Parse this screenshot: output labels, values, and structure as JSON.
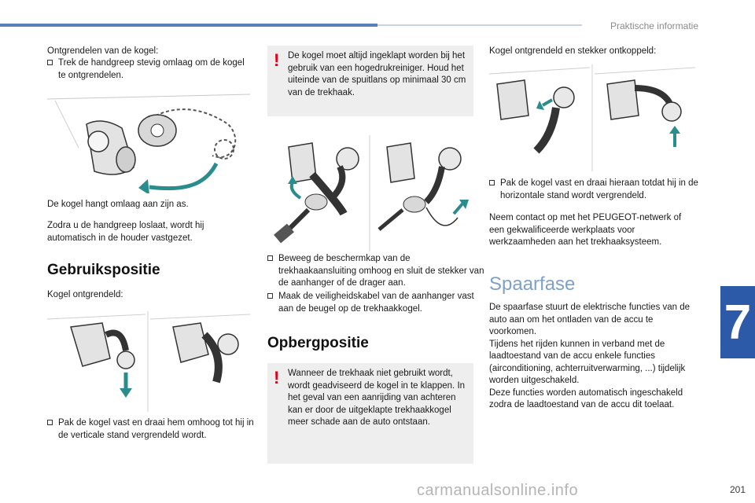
{
  "header": {
    "section": "Praktische informatie",
    "chapter": "7",
    "page": "201"
  },
  "watermark": "carmanualsonline.info",
  "col1": {
    "intro_title": "Ontgrendelen van de kogel:",
    "intro_bullet": "Trek de handgreep stevig omlaag om de kogel te ontgrendelen.",
    "p1": "De kogel hangt omlaag aan zijn as.",
    "p2": "Zodra u de handgreep loslaat, wordt hij automatisch in de houder vastgezet.",
    "heading": "Gebruikspositie",
    "p3": "Kogel ontgrendeld:",
    "bullet2": "Pak de kogel vast en draai hem omhoog tot hij in de verticale stand vergrendeld wordt."
  },
  "col2": {
    "warning1": "De kogel moet altijd ingeklapt worden bij het gebruik van een hogedrukreiniger. Houd het uiteinde van de spuitlans op minimaal 30 cm van de trekhaak.",
    "bullet1": "Beweeg de beschermkap van de trekhaakaansluiting omhoog en sluit de stekker van de aanhanger of de drager aan.",
    "bullet2": "Maak de veiligheidskabel van de aanhanger vast aan de beugel op de trekhaakkogel.",
    "heading": "Opbergpositie",
    "warning2": "Wanneer de trekhaak niet gebruikt wordt, wordt geadviseerd de kogel in te klappen. In het geval van een aanrijding van achteren kan er door de uitgeklapte trekhaakkogel meer schade aan de auto ontstaan."
  },
  "col3": {
    "p1": "Kogel ontgrendeld en stekker ontkoppeld:",
    "bullet1": "Pak de kogel vast en draai hieraan totdat hij in de horizontale stand wordt vergrendeld.",
    "p2": "Neem contact op met het PEUGEOT-netwerk of een gekwalificeerde werkplaats voor werkzaamheden aan het trekhaaksysteem.",
    "heading": "Spaarfase",
    "p3": "De spaarfase stuurt de elektrische functies van de auto aan om het ontladen van de accu te voorkomen.\nTijdens het rijden kunnen in verband met de laadtoestand van de accu enkele functies (airconditioning, achterruitverwarming, ...) tijdelijk worden uitgeschakeld.\nDeze functies worden automatisch ingeschakeld zodra de laadtoestand van de accu dit toelaat."
  },
  "colors": {
    "accent_blue": "#2d5aa8",
    "heading_light": "#7ea1c9",
    "arrow_teal": "#2a8c8c",
    "warning_red": "#e2001a"
  }
}
